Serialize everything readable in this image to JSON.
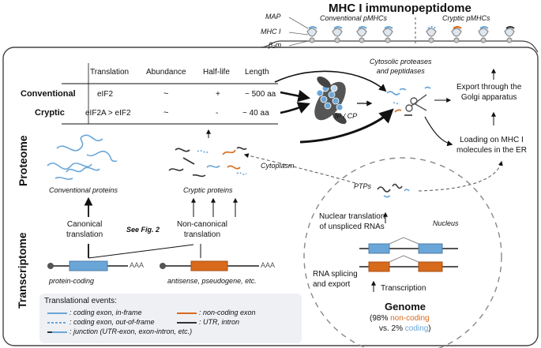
{
  "title": "MHC I immunopeptidome",
  "pmhc": {
    "labels": [
      "MAP",
      "MHC I",
      "β₂m"
    ],
    "conventional": "Conventional pMHCs",
    "cryptic": "Cryptic pMHCs"
  },
  "table": {
    "headers": [
      "Translation",
      "Abundance",
      "Half-life",
      "Length"
    ],
    "rows": [
      {
        "name": "Conventional",
        "translation": "eIF2",
        "abundance": "~",
        "halflife": "+",
        "length": "~ 500 aa"
      },
      {
        "name": "Cryptic",
        "translation": "eIF2A > eIF2",
        "abundance": "~",
        "halflife": "-",
        "length": "~ 40 aa"
      }
    ]
  },
  "proteasome": {
    "label": "IP / CP"
  },
  "cytosolic": "Cytosolic proteases\nand peptidases",
  "export_golgi": "Export through the\nGolgi apparatus",
  "loading_er": "Loading on MHC I\nmolecules in the ER",
  "sections": {
    "proteome": "Proteome",
    "transcriptome": "Transcriptome"
  },
  "conventional_proteins": "Conventional proteins",
  "cryptic_proteins": "Cryptic proteins",
  "cytoplasm": "Cytoplasm",
  "ptps": "PTPs",
  "nucleus": "Nucleus",
  "nuclear_translation": "Nuclear translation\nof unspliced RNAs",
  "canonical": "Canonical\ntranslation",
  "see_fig": "See Fig. 2",
  "non_canonical": "Non-canonical\ntranslation",
  "protein_coding": "protein-coding",
  "antisense": "antisense, pseudogene, etc.",
  "aaa": "AAA",
  "rna_splicing": "RNA splicing\nand export",
  "transcription": "Transcription",
  "genome": {
    "title": "Genome",
    "line1_prefix": "(98% ",
    "line1_colored": "non-coding",
    "line2_prefix": "vs. 2% ",
    "line2_colored": "coding",
    "line2_suffix": ")"
  },
  "legend": {
    "title": "Translational events:",
    "items": [
      ": coding exon, in-frame",
      ": coding exon, out-of-frame",
      ": junction (UTR-exon, exon-intron, etc.)",
      ": non-coding exon",
      ": UTR, intron"
    ]
  },
  "colors": {
    "blue": "#6aa6d8",
    "orange": "#d86a1c",
    "dark": "#333333"
  }
}
